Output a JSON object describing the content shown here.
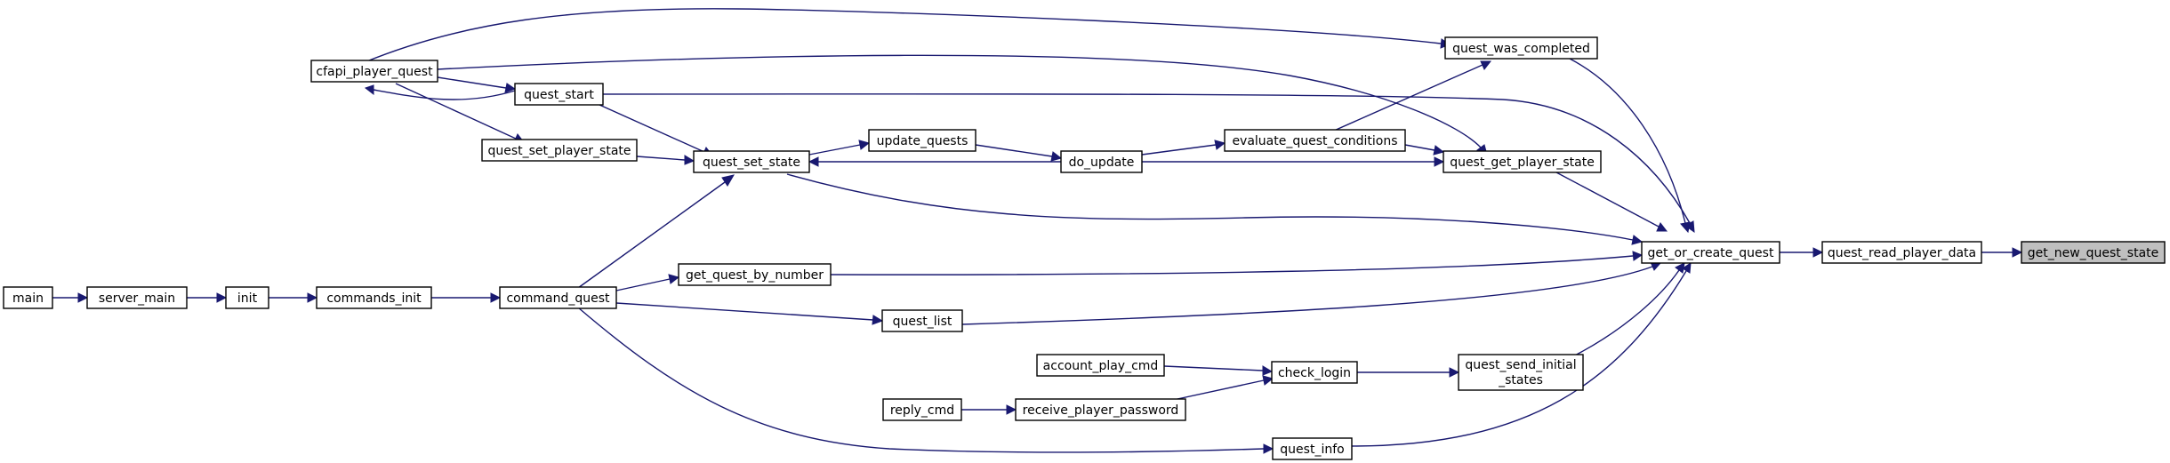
{
  "nodes": {
    "main": "main",
    "server_main": "server_main",
    "init": "init",
    "commands_init": "commands_init",
    "command_quest": "command_quest",
    "cfapi_player_quest": "cfapi_player_quest",
    "quest_start": "quest_start",
    "quest_set_player_state": "quest_set_player_state",
    "quest_set_state": "quest_set_state",
    "update_quests": "update_quests",
    "do_update": "do_update",
    "evaluate_quest_conditions": "evaluate_quest_conditions",
    "quest_was_completed": "quest_was_completed",
    "quest_get_player_state": "quest_get_player_state",
    "get_quest_by_number": "get_quest_by_number",
    "quest_list": "quest_list",
    "account_play_cmd": "account_play_cmd",
    "reply_cmd": "reply_cmd",
    "receive_player_password": "receive_player_password",
    "check_login": "check_login",
    "quest_send_initial_states_line1": "quest_send_initial",
    "quest_send_initial_states_line2": "_states",
    "quest_info": "quest_info",
    "get_or_create_quest": "get_or_create_quest",
    "quest_read_player_data": "quest_read_player_data",
    "get_new_quest_state": "get_new_quest_state"
  },
  "highlight_node": "get_new_quest_state",
  "colors": {
    "edge": "#191970",
    "node_border": "#000000",
    "node_fill": "#ffffff",
    "selected_fill": "#bfbfbf"
  }
}
